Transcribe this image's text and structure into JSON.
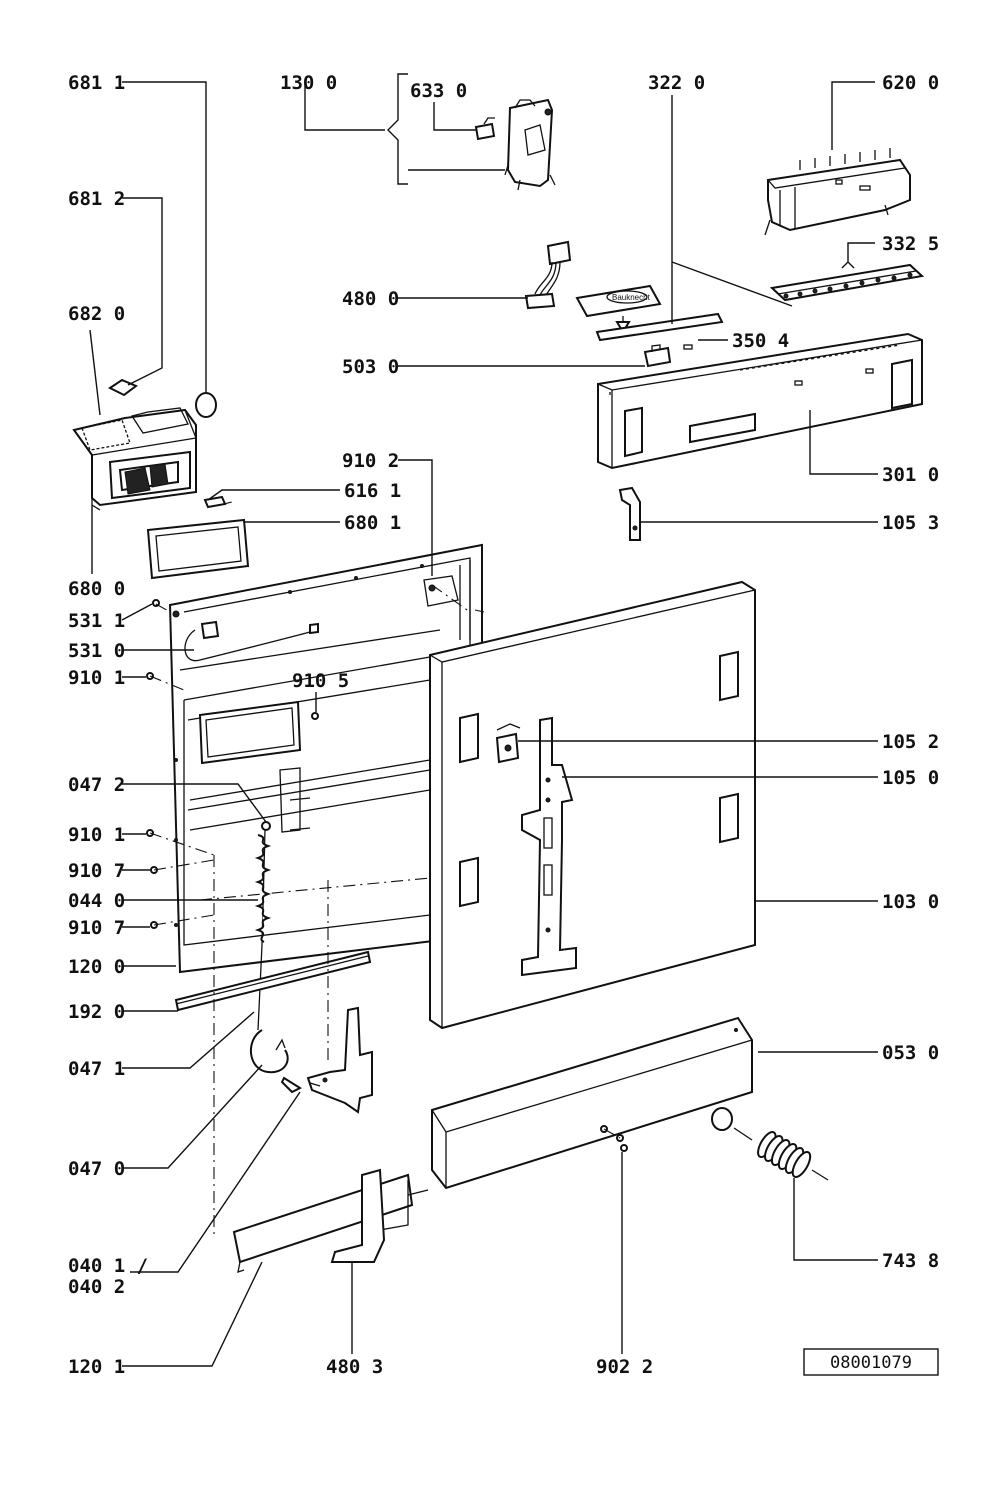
{
  "diagram": {
    "reference_number": "08001079",
    "brand_label": "Bauknecht",
    "labels": {
      "p681_1": "681 1",
      "p681_2": "681 2",
      "p682_0": "682 0",
      "p130_0": "130 0",
      "p633_0": "633 0",
      "p322_0": "322 0",
      "p620_0": "620 0",
      "p332_5": "332 5",
      "p480_0": "480 0",
      "p350_4": "350 4",
      "p503_0": "503 0",
      "p910_2": "910 2",
      "p616_1": "616 1",
      "p680_1": "680 1",
      "p301_0": "301 0",
      "p105_3": "105 3",
      "p680_0": "680 0",
      "p531_1": "531 1",
      "p531_0": "531 0",
      "p910_1a": "910 1",
      "p910_5": "910 5",
      "p105_2": "105 2",
      "p105_0": "105 0",
      "p047_2": "047 2",
      "p910_1b": "910 1",
      "p910_7a": "910 7",
      "p044_0": "044 0",
      "p910_7b": "910 7",
      "p103_0": "103 0",
      "p120_0": "120 0",
      "p192_0": "192 0",
      "p047_1": "047 1",
      "p053_0": "053 0",
      "p047_0": "047 0",
      "p040_1": "040 1 /",
      "p040_2": "040 2",
      "p743_8": "743 8",
      "p120_1": "120 1",
      "p480_3": "480 3",
      "p902_2": "902 2"
    }
  }
}
